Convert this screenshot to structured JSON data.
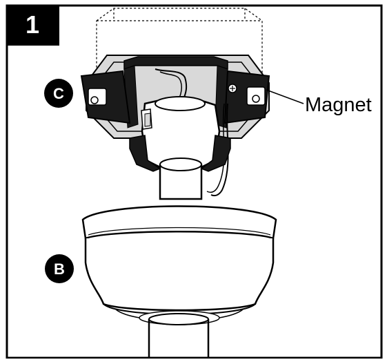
{
  "step": {
    "number": "1"
  },
  "callouts": {
    "c": "C",
    "b": "B",
    "magnet": "Magnet"
  },
  "colors": {
    "ink": "#000000",
    "panel_fill": "#d9d9d9",
    "dark_panel": "#1a1a1a",
    "paper": "#ffffff"
  }
}
